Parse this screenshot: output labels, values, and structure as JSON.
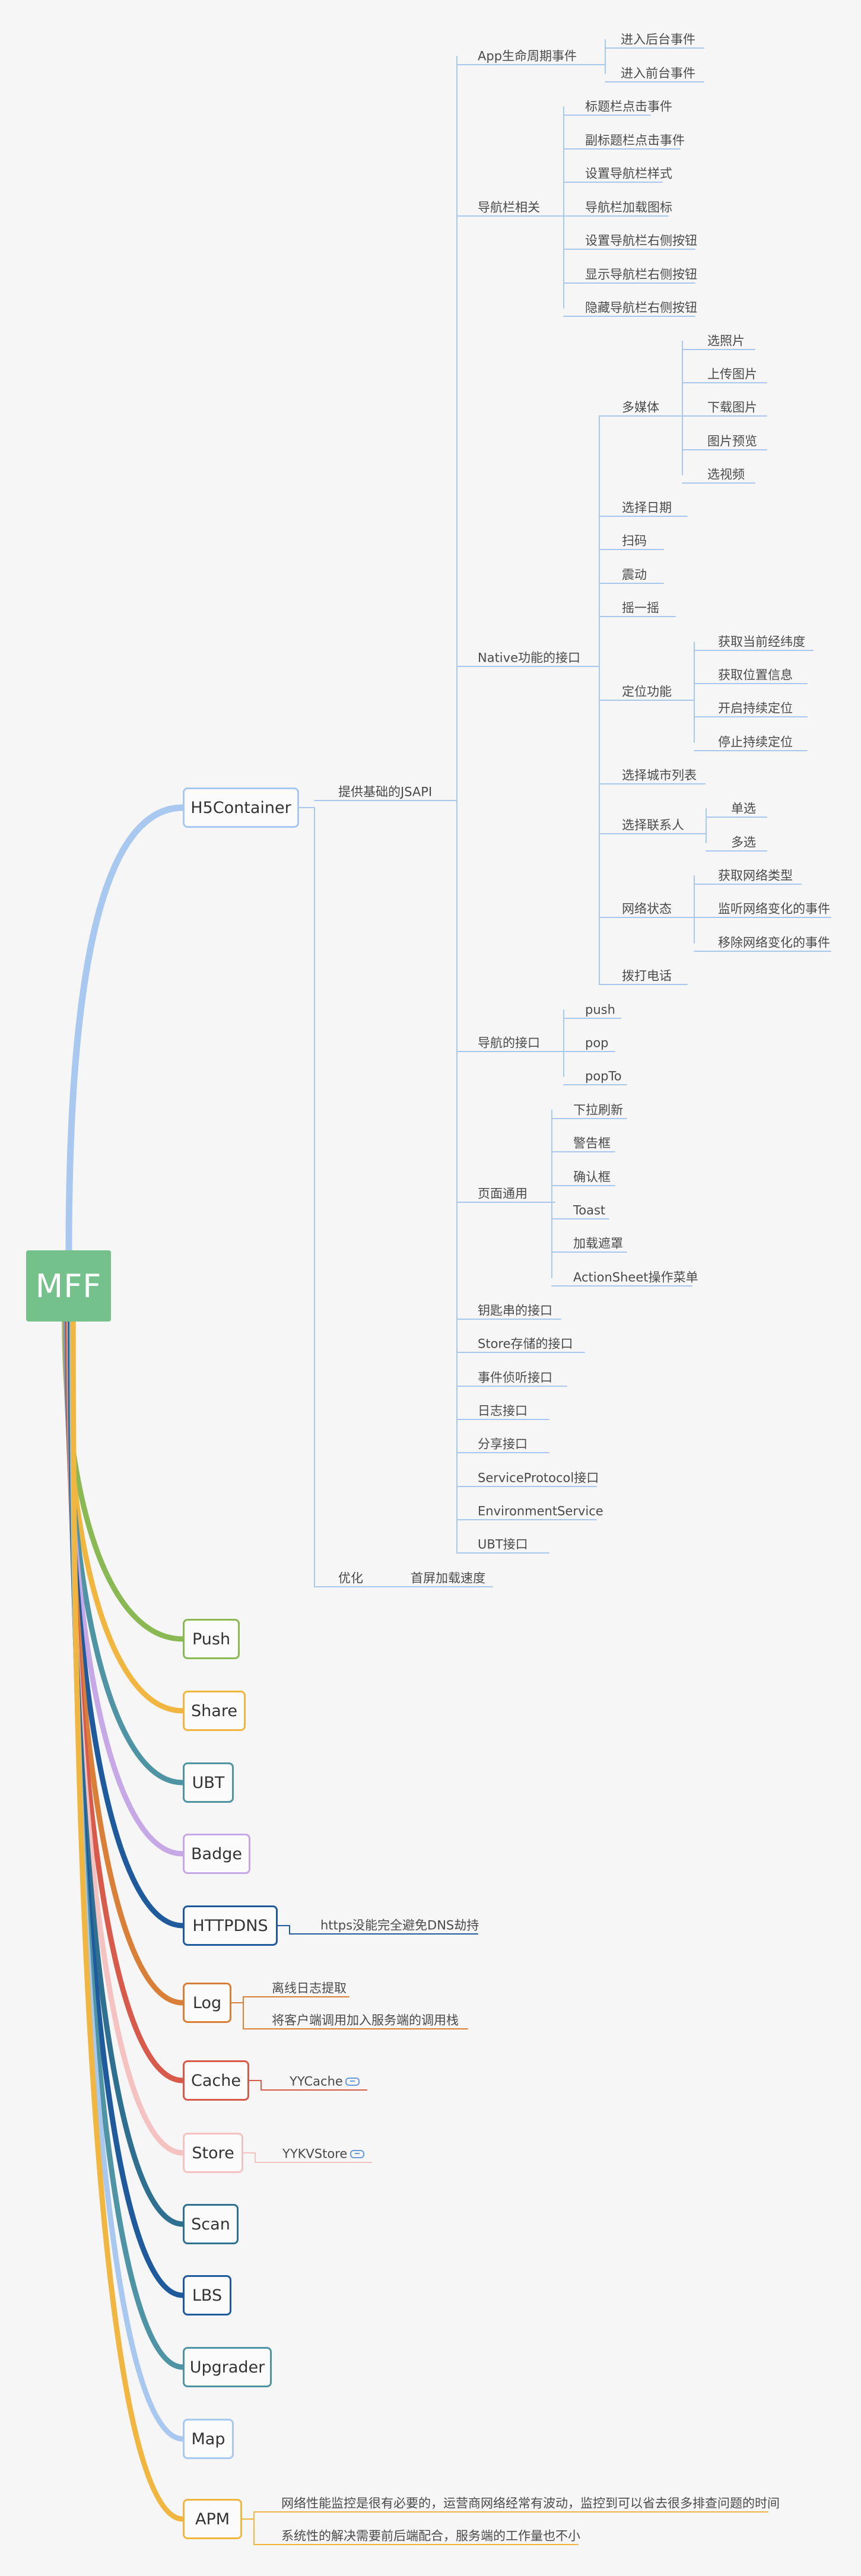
{
  "root": {
    "label": "MFF",
    "color": "#74c18c"
  },
  "h5": {
    "label": "H5Container",
    "color": "#a8c8ef",
    "jsapi": "提供基础的JSAPI",
    "app_life": "App生命周期事件",
    "app_life_items": [
      "进入后台事件",
      "进入前台事件"
    ],
    "nav": "导航栏相关",
    "nav_items": [
      "标题栏点击事件",
      "副标题栏点击事件",
      "设置导航栏样式",
      "导航栏加载图标",
      "设置导航栏右侧按钮",
      "显示导航栏右侧按钮",
      "隐藏导航栏右侧按钮"
    ],
    "native": "Native功能的接口",
    "multimedia": "多媒体",
    "multimedia_items": [
      "选照片",
      "上传图片",
      "下载图片",
      "图片预览",
      "选视频"
    ],
    "select_date": "选择日期",
    "scan": "扫码",
    "vibrate": "震动",
    "shake": "摇一摇",
    "location": "定位功能",
    "location_items": [
      "获取当前经纬度",
      "获取位置信息",
      "开启持续定位",
      "停止持续定位"
    ],
    "city": "选择城市列表",
    "contacts": "选择联系人",
    "contacts_items": [
      "单选",
      "多选"
    ],
    "network": "网络状态",
    "network_items": [
      "获取网络类型",
      "监听网络变化的事件",
      "移除网络变化的事件"
    ],
    "call": "拨打电话",
    "navigation": "导航的接口",
    "navigation_items": [
      "push",
      "pop",
      "popTo"
    ],
    "page_common": "页面通用",
    "page_items": [
      "下拉刷新",
      "警告框",
      "确认框",
      "Toast",
      "加载遮罩",
      "ActionSheet操作菜单"
    ],
    "other_items": [
      "钥匙串的接口",
      "Store存储的接口",
      "事件侦听接口",
      "日志接口",
      "分享接口",
      "ServiceProtocol接口",
      "EnvironmentService",
      "UBT接口"
    ],
    "optimize": "优化",
    "optimize_item": "首屏加载速度"
  },
  "branches": [
    {
      "label": "Push",
      "color": "#8ab852"
    },
    {
      "label": "Share",
      "color": "#f1b640"
    },
    {
      "label": "UBT",
      "color": "#4f94a4"
    },
    {
      "label": "Badge",
      "color": "#c6a8e6"
    },
    {
      "label": "HTTPDNS",
      "color": "#1f5a9c",
      "children": [
        "https没能完全避免DNS劫持"
      ]
    },
    {
      "label": "Log",
      "color": "#da7f37",
      "children": [
        "离线日志提取",
        "将客户端调用加入服务端的调用栈"
      ]
    },
    {
      "label": "Cache",
      "color": "#d75a4a",
      "children": [
        "YYCache"
      ]
    },
    {
      "label": "Store",
      "color": "#f5c2c2",
      "children": [
        "YYKVStore"
      ]
    },
    {
      "label": "Scan",
      "color": "#2f6f90",
      "children": []
    },
    {
      "label": "LBS",
      "color": "#1f5a9c",
      "children": []
    },
    {
      "label": "Upgrader",
      "color": "#4f94a4",
      "children": []
    },
    {
      "label": "Map",
      "color": "#a8c8ef",
      "children": []
    },
    {
      "label": "APM",
      "color": "#f1b640",
      "children": [
        "网络性能监控是很有必要的，运营商网络经常有波动，监控到可以省去很多排查问题的时间",
        "系统性的解决需要前后端配合，服务端的工作量也不小"
      ]
    }
  ]
}
